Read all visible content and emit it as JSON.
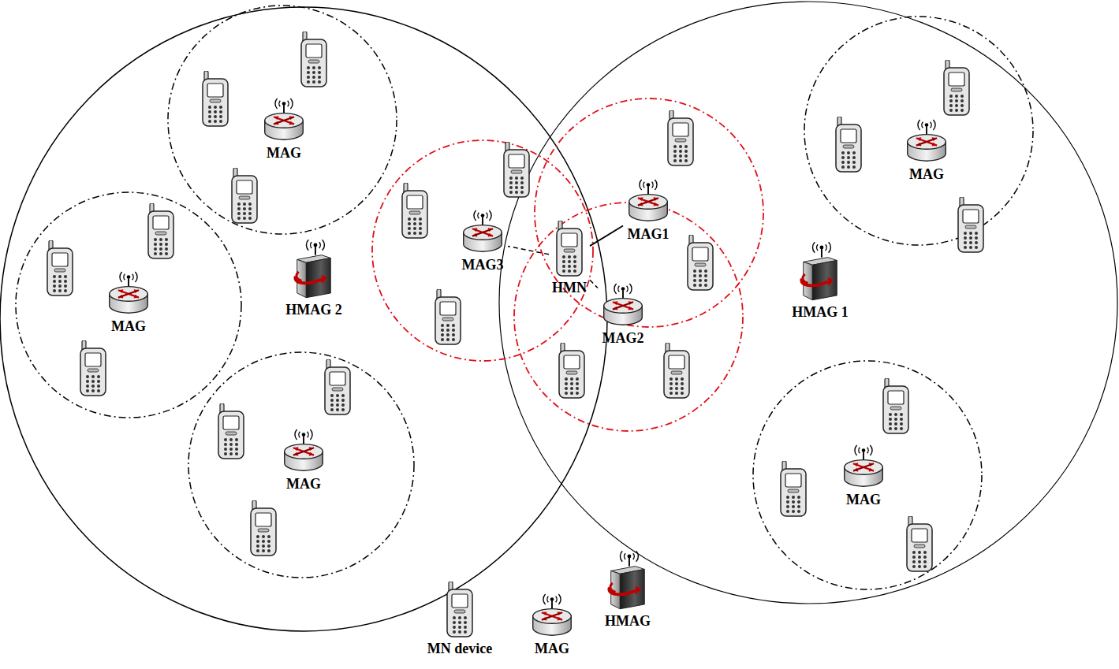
{
  "diagram": {
    "nodes": [
      {
        "text": [
          "MAG"
        ]
      },
      {
        "text": [
          "MAG1"
        ]
      },
      {
        "text": [
          "MAG"
        ]
      },
      {
        "text": [
          "MAG"
        ]
      },
      {
        "text": [
          "MAG3"
        ]
      },
      {
        "text": [
          "HMN"
        ]
      },
      {
        "text": [
          "HMAG 2"
        ]
      },
      {
        "text": [
          "MAG2"
        ]
      },
      {
        "text": [
          "HMAG 1"
        ]
      },
      {
        "text": [
          "MAG"
        ]
      },
      {
        "text": [
          "MAG"
        ]
      }
    ],
    "edges": [
      {
        "from": 5,
        "to": 1,
        "arrow": "none"
      },
      {
        "from": 5,
        "to": 7,
        "arrow": "none"
      },
      {
        "from": 5,
        "to": 4,
        "arrow": "none"
      }
    ],
    "legend": [
      {
        "text": "MN device"
      },
      {
        "text": "MAG"
      },
      {
        "text": "HMAG"
      }
    ]
  }
}
